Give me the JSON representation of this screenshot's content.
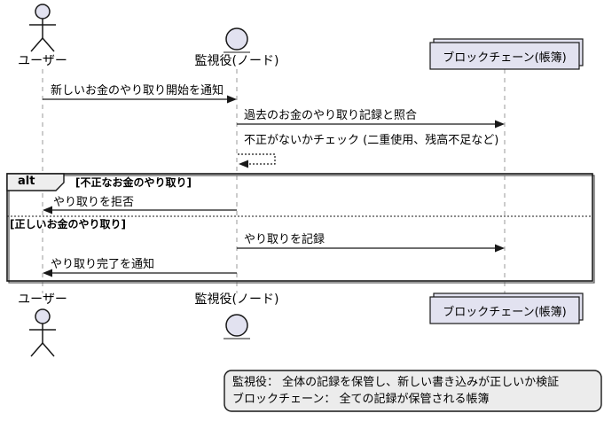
{
  "diagram": {
    "participants": {
      "user": {
        "label": "ユーザー",
        "type": "actor"
      },
      "monitor": {
        "label": "監視役(ノード)",
        "type": "entity"
      },
      "blockchain": {
        "label": "ブロックチェーン(帳簿)",
        "type": "collections"
      }
    },
    "messages": {
      "notify_start": {
        "text": "新しいお金のやり取り開始を通知",
        "from": "user",
        "to": "monitor",
        "style": "solid"
      },
      "verify_history": {
        "text": "過去のお金のやり取り記録と照合",
        "from": "monitor",
        "to": "blockchain",
        "style": "solid"
      },
      "fraud_check": {
        "text": "不正がないかチェック (二重使用、残高不足など)",
        "from": "monitor",
        "to": "monitor",
        "style": "dashed-self"
      },
      "reject": {
        "text": "やり取りを拒否",
        "from": "monitor",
        "to": "user",
        "style": "solid"
      },
      "record": {
        "text": "やり取りを記録",
        "from": "monitor",
        "to": "blockchain",
        "style": "solid"
      },
      "complete_notify": {
        "text": "やり取り完了を通知",
        "from": "monitor",
        "to": "user",
        "style": "solid"
      }
    },
    "alt_frame": {
      "label": "alt",
      "guard_invalid": "[不正なお金のやり取り]",
      "guard_valid": "[正しいお金のやり取り]"
    },
    "note": {
      "line1": "監視役： 全体の記録を保管し、新しい書き込みが正しいか検証",
      "line2": "ブロックチェーン： 全ての記録が保管される帳簿"
    },
    "colors": {
      "participant_fill": "#E2E2F0",
      "border": "#181818",
      "note_fill": "#ECECEC",
      "frame_label_fill": "#EEEEEE",
      "lifeline": "#999999"
    }
  }
}
